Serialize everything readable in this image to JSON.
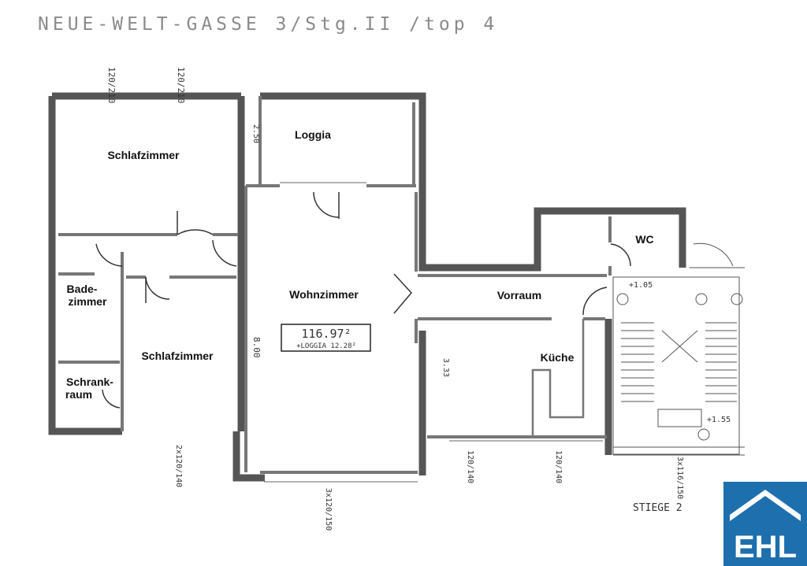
{
  "header": {
    "title": "NEUE-WELT-GASSE 3/Stg.II /top 4"
  },
  "rooms": {
    "schlafzimmer_top": "Schlafzimmer",
    "loggia": "Loggia",
    "wc": "WC",
    "bade_line1": "Bade-",
    "bade_line2": "zimmer",
    "wohnzimmer": "Wohnzimmer",
    "vorraum": "Vorraum",
    "schlafzimmer_bottom": "Schlafzimmer",
    "kueche": "Küche",
    "schrank_line1": "Schrank-",
    "schrank_line2": "raum"
  },
  "area_stamp": {
    "area": "116.97²",
    "loggia": "+LOGGIA 12.28²"
  },
  "dimensions": {
    "top1": "120/210",
    "top2": "120/210",
    "loggia_side": "2.50",
    "wohn_height": "8.00",
    "kueche_width": "3.33",
    "bottom_left": "2x120/140",
    "bottom_mid": "3x120/150",
    "bottom_r1": "120/140",
    "bottom_r2": "120/140",
    "stair_bottom": "3x116/150",
    "stair_top": "+1.05",
    "stair_bot2": "+1.55"
  },
  "stiege_label": "STIEGE 2",
  "logo": {
    "text": "EHL",
    "color": "#1d6fae"
  }
}
